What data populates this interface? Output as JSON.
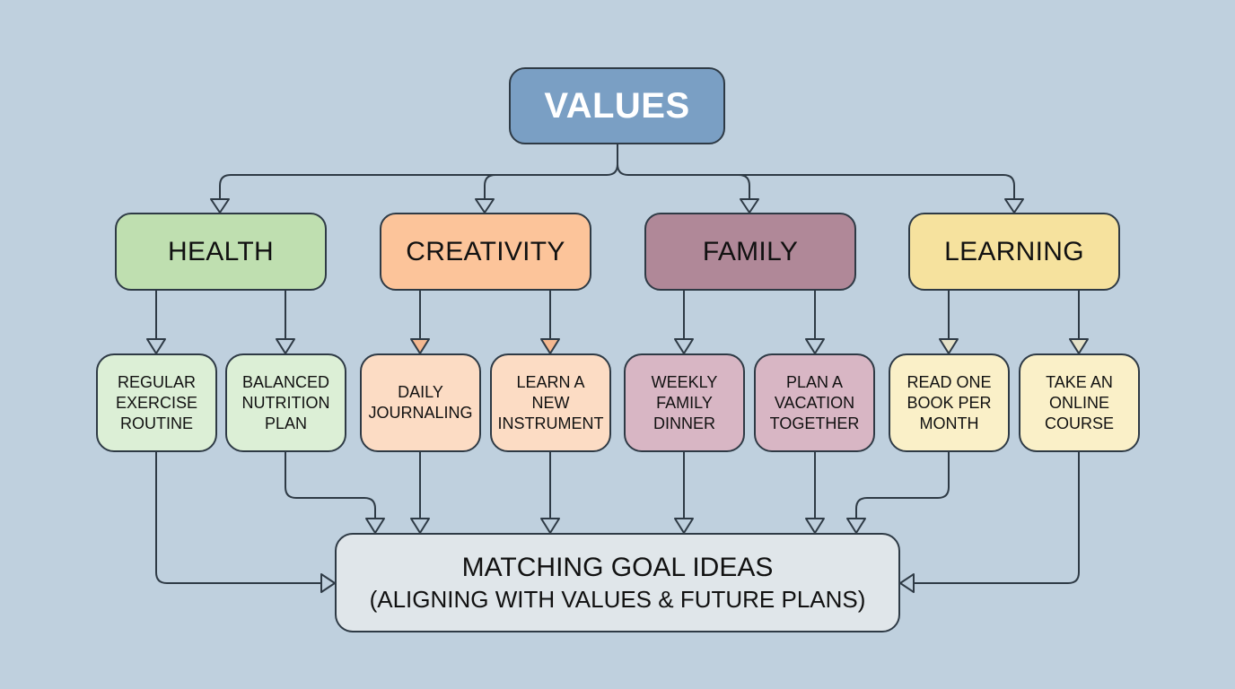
{
  "diagram": {
    "root": {
      "label": "VALUES",
      "color": "#7a9fc4"
    },
    "categories": [
      {
        "label": "HEALTH",
        "color": "#bfdfb0",
        "goal_color": "#dcefd6",
        "goals": [
          "REGULAR\nEXERCISE\nROUTINE",
          "BALANCED\nNUTRITION\nPLAN"
        ]
      },
      {
        "label": "CREATIVITY",
        "color": "#fcc49a",
        "goal_color": "#fcdcc4",
        "goals": [
          "DAILY\nJOURNALING",
          "LEARN A\nNEW\nINSTRUMENT"
        ]
      },
      {
        "label": "FAMILY",
        "color": "#b08898",
        "goal_color": "#d8b6c4",
        "goals": [
          "WEEKLY\nFAMILY\nDINNER",
          "PLAN A\nVACATION\nTOGETHER"
        ]
      },
      {
        "label": "LEARNING",
        "color": "#f6e29e",
        "goal_color": "#faf0c8",
        "goals": [
          "READ ONE\nBOOK PER\nMONTH",
          "TAKE AN\nONLINE\nCOURSE"
        ]
      }
    ],
    "outcome": {
      "title": "MATCHING GOAL IDEAS",
      "subtitle": "(ALIGNING WITH VALUES & FUTURE PLANS)",
      "color": "#e0e6ea"
    },
    "line_color": "#2e3a45",
    "background": "#bfd0de"
  }
}
